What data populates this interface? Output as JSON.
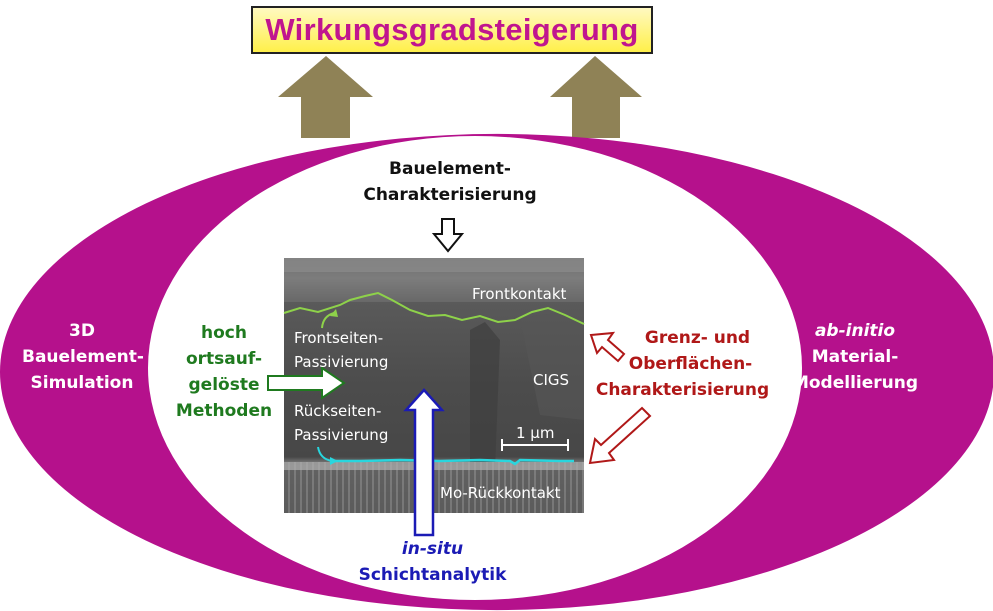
{
  "title": "Wirkungsgradsteigerung",
  "left_outer": [
    "3D",
    "Bauelement-",
    "Simulation"
  ],
  "right_outer": [
    "ab-initio",
    "Material-",
    "Modellierung"
  ],
  "top_inner": [
    "Bauelement-",
    "Charakterisierung"
  ],
  "left_inner": [
    "hoch",
    "ortsauf-",
    "gelöste",
    "Methoden"
  ],
  "right_inner": [
    "Grenz- und",
    "Oberflächen-",
    "Charakterisierung"
  ],
  "bottom_inner": [
    "in-situ",
    "Schichtanalytik"
  ],
  "sem_labels": {
    "frontkontakt": "Frontkontakt",
    "frontseiten": [
      "Frontseiten-",
      "Passivierung"
    ],
    "cigs": "CIGS",
    "rueckseiten": [
      "Rückseiten-",
      "Passivierung"
    ],
    "scale": "1 µm",
    "mo": "Mo-Rückkontakt"
  },
  "colors": {
    "magenta": "#b5118c",
    "title_text": "#c0158f",
    "olive_arrow": "#8f8256",
    "green": "#1f7a1f",
    "dark_red": "#b01818",
    "blue": "#1b1bb5",
    "black": "#111111"
  }
}
